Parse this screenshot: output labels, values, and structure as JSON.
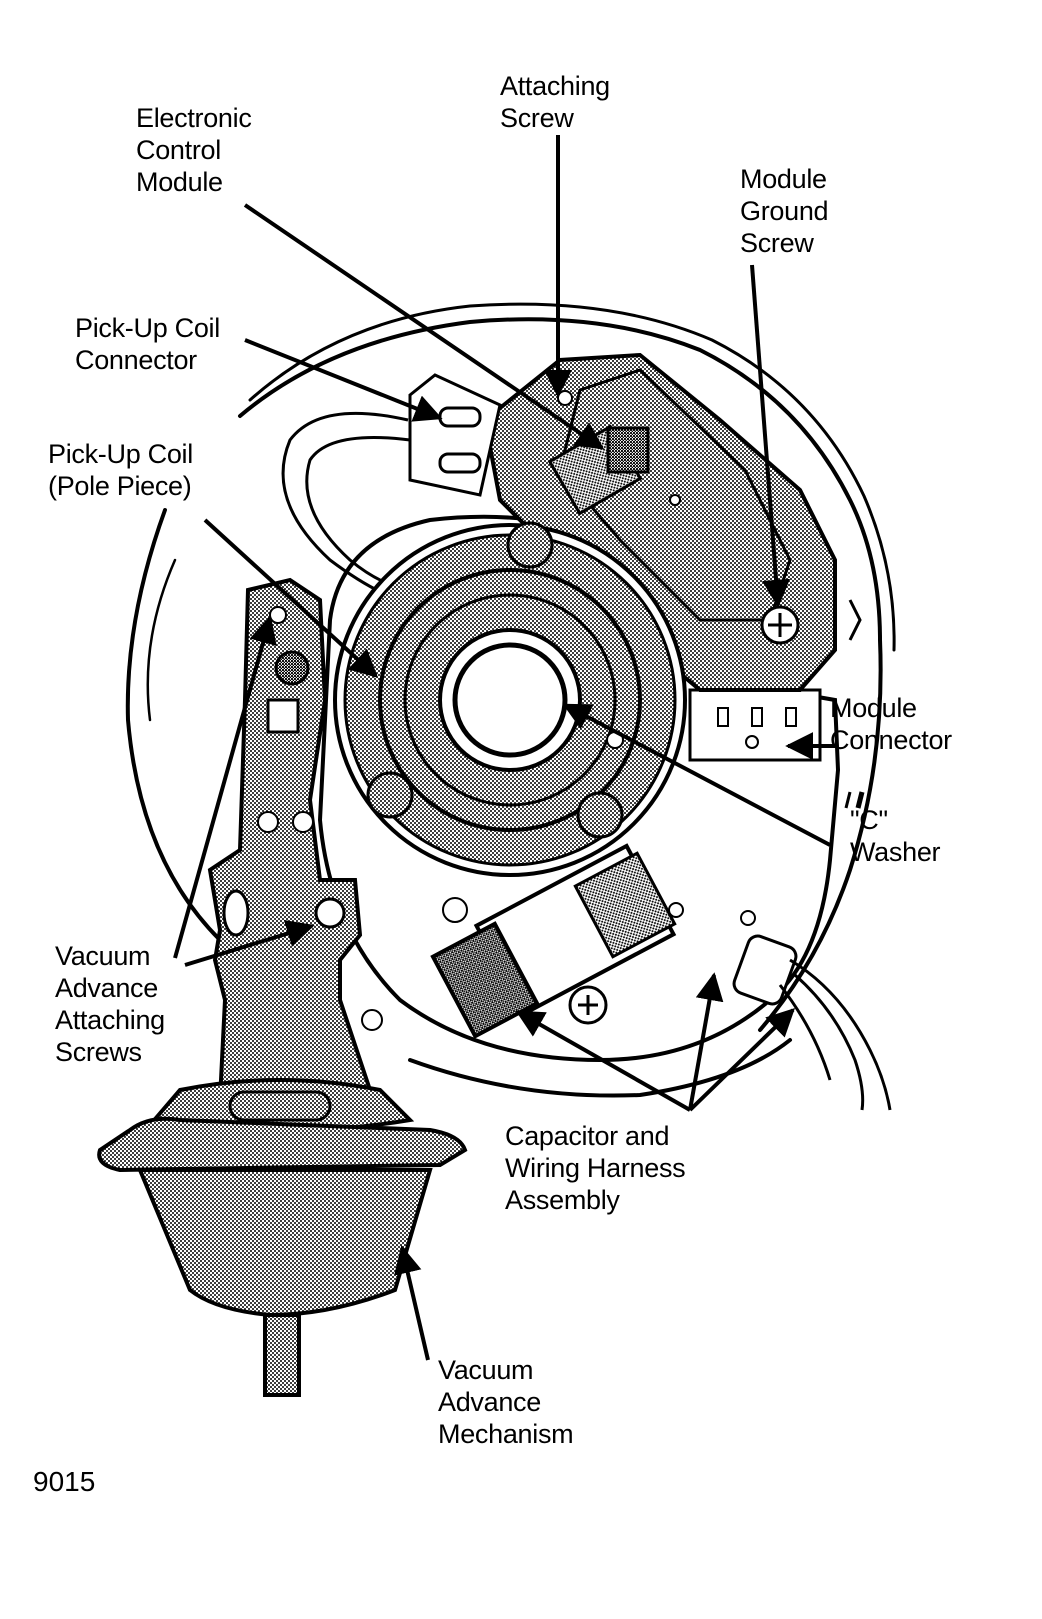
{
  "figure_number": "9015",
  "labels": {
    "attaching_screw": [
      "Attaching",
      "Screw"
    ],
    "electronic_control_module": [
      "Electronic",
      "Control",
      "Module"
    ],
    "module_ground_screw": [
      "Module",
      "Ground",
      "Screw"
    ],
    "pick_up_coil_connector": [
      "Pick-Up Coil",
      "Connector"
    ],
    "pick_up_coil_pole_piece": [
      "Pick-Up Coil",
      "(Pole Piece)"
    ],
    "module_connector": [
      "Module",
      "Connector"
    ],
    "c_washer": [
      "\"C\"",
      "Washer"
    ],
    "vacuum_advance_attaching_screws": [
      "Vacuum",
      "Advance",
      "Attaching",
      "Screws"
    ],
    "capacitor_and_wiring_harness_assembly": [
      "Capacitor and",
      "Wiring Harness",
      "Assembly"
    ],
    "vacuum_advance_mechanism": [
      "Vacuum",
      "Advance",
      "Mechanism"
    ]
  }
}
